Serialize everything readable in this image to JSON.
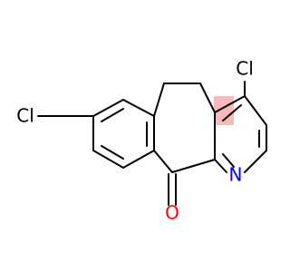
{
  "molecule": {
    "atoms": {
      "cl_left": {
        "label": "Cl",
        "color": "#000000"
      },
      "cl_right": {
        "label": "Cl",
        "color": "#000000"
      },
      "oxygen": {
        "label": "O",
        "color": "#ff0000"
      },
      "nitrogen": {
        "label": "N",
        "color": "#0000ff"
      }
    },
    "colors": {
      "bond": "#000000",
      "background": "#ffffff",
      "pyridine_highlight": "#f08080"
    }
  }
}
